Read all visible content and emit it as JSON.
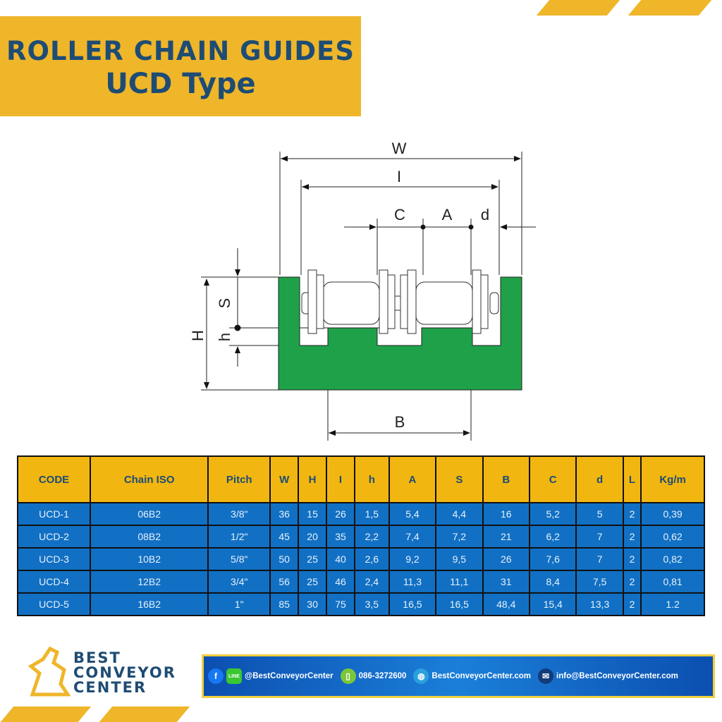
{
  "title": {
    "line1": "ROLLER CHAIN GUIDES",
    "line2": "UCD Type"
  },
  "diagram": {
    "labels": {
      "W": "W",
      "I": "I",
      "C": "C",
      "A": "A",
      "d": "d",
      "S": "S",
      "H": "H",
      "h": "h",
      "B": "B"
    },
    "profile_color": "#1fa14a"
  },
  "watermark": "BEST CONVEYOR CENTER",
  "table": {
    "headers": [
      "CODE",
      "Chain ISO",
      "Pitch",
      "W",
      "H",
      "I",
      "h",
      "A",
      "S",
      "B",
      "C",
      "d",
      "L",
      "Kg/m"
    ],
    "rows": [
      [
        "UCD-1",
        "06B2",
        "3/8\"",
        "36",
        "15",
        "26",
        "1,5",
        "5,4",
        "4,4",
        "16",
        "5,2",
        "5",
        "2",
        "0,39"
      ],
      [
        "UCD-2",
        "08B2",
        "1/2\"",
        "45",
        "20",
        "35",
        "2,2",
        "7,4",
        "7,2",
        "21",
        "6,2",
        "7",
        "2",
        "0,62"
      ],
      [
        "UCD-3",
        "10B2",
        "5/8\"",
        "50",
        "25",
        "40",
        "2,6",
        "9,2",
        "9,5",
        "26",
        "7,6",
        "7",
        "2",
        "0,82"
      ],
      [
        "UCD-4",
        "12B2",
        "3/4\"",
        "56",
        "25",
        "46",
        "2,4",
        "11,3",
        "11,1",
        "31",
        "8,4",
        "7,5",
        "2",
        "0,81"
      ],
      [
        "UCD-5",
        "16B2",
        "1\"",
        "85",
        "30",
        "75",
        "3,5",
        "16,5",
        "16,5",
        "48,4",
        "15,4",
        "13,3",
        "2",
        "1.2"
      ]
    ]
  },
  "footer": {
    "logo_text": [
      "BEST",
      "CONVEYOR",
      "CENTER"
    ],
    "social": "@BestConveyorCenter",
    "phone": "086-3272600",
    "website": "BestConveyorCenter.com",
    "email": "info@BestConveyorCenter.com"
  },
  "colors": {
    "accent": "#efb62a",
    "navy": "#1e4c74",
    "table_blue": "#1170c4",
    "green": "#1fa14a"
  }
}
